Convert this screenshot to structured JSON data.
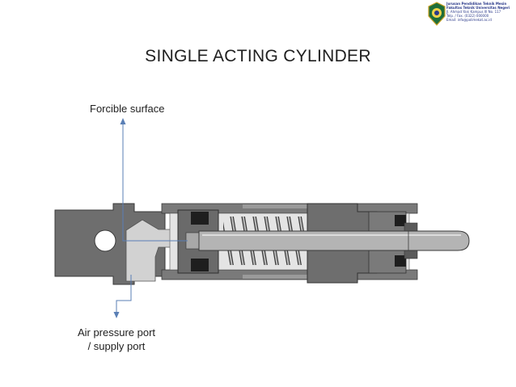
{
  "slide": {
    "title": "SINGLE ACTING CYLINDER"
  },
  "labels": {
    "forcible_surface": "Forcible surface",
    "air_port_line1": "Air pressure port",
    "air_port_line2": "/ supply port"
  },
  "logo": {
    "lines": [
      "Jurusan Pendidikan Teknik Mesin",
      "Fakultas Teknik Universitas Negeri",
      "Jl. Ahmad Yani Kampus III No. 117",
      "Telp. / Fax. (0322) 000000",
      "Email: info@polimekat.ac.id"
    ]
  },
  "colors": {
    "body_gray": "#6e6e6e",
    "dark_gray": "#3c3c3c",
    "light_gray": "#c9c9c9",
    "arrow_blue": "#5a7fb5",
    "text": "#1f1f1f"
  }
}
